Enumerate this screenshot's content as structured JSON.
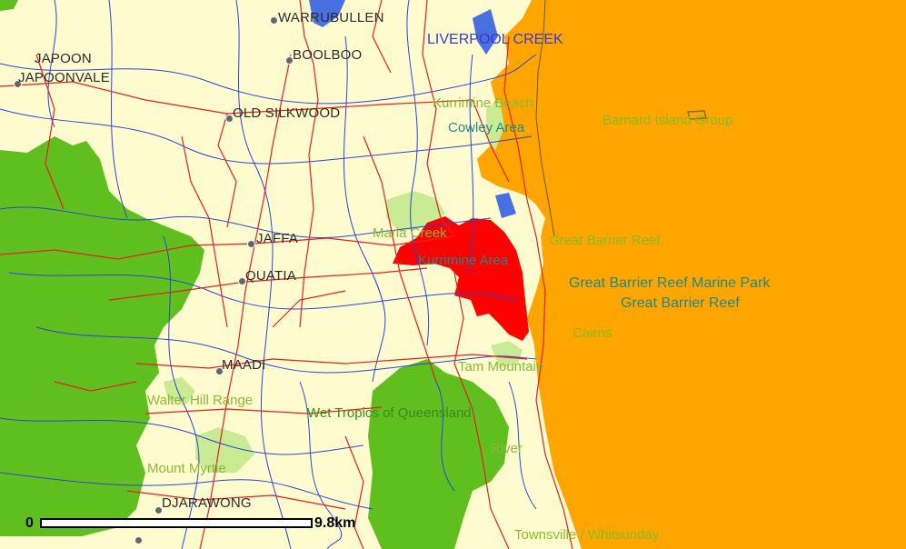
{
  "map": {
    "colors": {
      "land": "#fefccf",
      "ocean": "#ffa500",
      "forest": "#5fbf1f",
      "park_light": "#c8eb94",
      "road": "#e52020",
      "river": "#2a45d8",
      "highlight": "#ff0000",
      "water_body": "#4a6fe0"
    },
    "towns": [
      {
        "id": "warrubullen",
        "name": "WARRUBULLEN"
      },
      {
        "id": "japoon",
        "name": "JAPOON"
      },
      {
        "id": "japoonvale",
        "name": "JAPOONVALE"
      },
      {
        "id": "boolboo",
        "name": "BOOLBOO"
      },
      {
        "id": "old-silkwood",
        "name": "OLD SILKWOOD"
      },
      {
        "id": "jaffa",
        "name": "JAFFA"
      },
      {
        "id": "quatia",
        "name": "QUATIA"
      },
      {
        "id": "maadi",
        "name": "MAADI"
      },
      {
        "id": "djarawong",
        "name": "DJARAWONG"
      }
    ],
    "labels": {
      "liverpool_creek": "LIVERPOOL CREEK",
      "kurrimine_beach": "Kurrimine Beach",
      "cowley_area": "Cowley Area",
      "barnard_island_group": "Barnard Island Group",
      "maria_creek": "Maria Creek",
      "kurrimine_area": "Kurrimine Area",
      "gbr_1": "Great Barrier Reef",
      "gbr_marine_park": "Great Barrier Reef Marine Park",
      "gbr_2": "Great Barrier Reef",
      "cairns": "Cairns",
      "tam_mountain": "Tam Mountain",
      "walter_hill_range": "Walter Hill Range",
      "wet_tropics": "Wet Tropics of Queensland",
      "river": "River",
      "mount_myrtle": "Mount Myrtle",
      "townsville_whitsunday": "Townsville / Whitsunday"
    },
    "scale": {
      "start": "0",
      "end": "9.8km"
    }
  }
}
